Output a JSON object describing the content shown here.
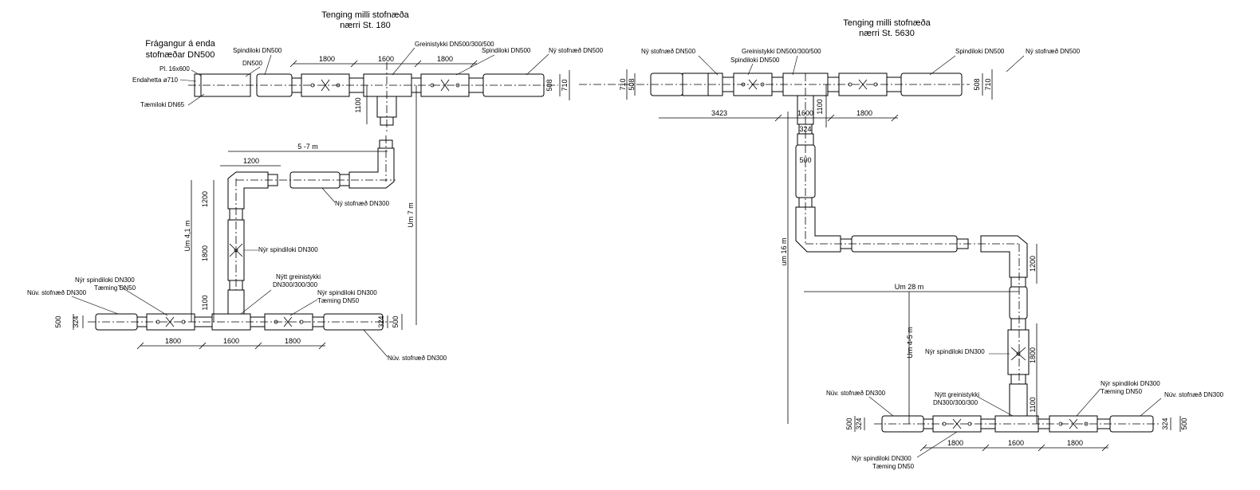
{
  "left": {
    "title1": "Tenging milli stofnæða",
    "title2": "nærri St. 180",
    "end_title1": "Frágangur á enda",
    "end_title2": "stofnæðar DN500",
    "labels": {
      "pl": "Pl. 16x600",
      "endahetta": "Endahetta ø710",
      "taemiloki": "Tæmiloki DN65",
      "dn500": "DN500",
      "spindiloki_l": "Spindiloki DN500",
      "greinistykki": "Greinistykki DN500/300/500",
      "spindiloki_r": "Spindiloki DN500",
      "ny_stofn500": "Ný stofnæð DN500",
      "ny_stofn300": "Ný stofnæð DN300",
      "nyr_spindil": "Nýr spindiloki DN300",
      "nyr_spindil_l": "Nýr spindiloki DN300",
      "taeming_l": "Tæming DN50",
      "nuv_stofn_l": "Núv. stofnæð DN300",
      "nytt_grein1": "Nýtt greinistykki",
      "nytt_grein2": "DN300/300/300",
      "nyr_spindil_r": "Nýr spindiloki DN300",
      "taeming_r": "Tæming DN50",
      "nuv_stofn_r": "Núv. stofnæð DN300"
    },
    "dims": {
      "top1": "1800",
      "top2": "1600",
      "top3": "1800",
      "d508": "508",
      "d710": "710",
      "d1100": "1100",
      "d57m": "5 -7 m",
      "d1200h": "1200",
      "d1200v": "1200",
      "um41": "Um 4,1 m",
      "d1800v": "1800",
      "d1100b": "1100",
      "um7": "Um 7 m",
      "bot1": "1800",
      "bot2": "1600",
      "bot3": "1800",
      "b500l": "500",
      "b324l": "324",
      "b324r": "324",
      "b500r": "500"
    }
  },
  "right": {
    "title1": "Tenging milli stofnæða",
    "title2": "nærri St. 5630",
    "labels": {
      "ny_stofn_l": "Ný stofnæð DN500",
      "greinistykki": "Greinistykki DN500/300/500",
      "spindiloki": "Spindiloki DN500",
      "spindiloki_r": "Spindiloki DN500",
      "ny_stofn_r": "Ný stofnæð DN500",
      "nyr_spindil": "Nýr spindiloki DN300",
      "nuv_stofn_l": "Núv. stofnæð DN300",
      "nytt_grein1": "Nýtt greinistykki",
      "nytt_grein2": "DN300/300/300",
      "nyr_spindil_r": "Nýr spindiloki DN300",
      "taeming_r": "Tæming DN50",
      "nuv_stofn_r": "Núv. stofnæð DN300",
      "nyr_spindil_b": "Nýr spindiloki DN300",
      "taeming_b": "Tæming DN50"
    },
    "dims": {
      "d710l": "710",
      "d508l": "508",
      "d508r": "508",
      "d710r": "710",
      "d3423": "3423",
      "d1600": "1600",
      "d1800": "1800",
      "d1100": "1100",
      "d324": "324",
      "d500": "500",
      "um16": "um 16 m",
      "um28": "Um 28 m",
      "d1200": "1200",
      "um45": "Um 4-5 m",
      "d1800v": "1800",
      "d1100b": "1100",
      "bot1": "1800",
      "bot2": "1600",
      "bot3": "1800",
      "b500l": "500",
      "b324l": "324",
      "b324r": "324",
      "b500r": "500"
    }
  }
}
